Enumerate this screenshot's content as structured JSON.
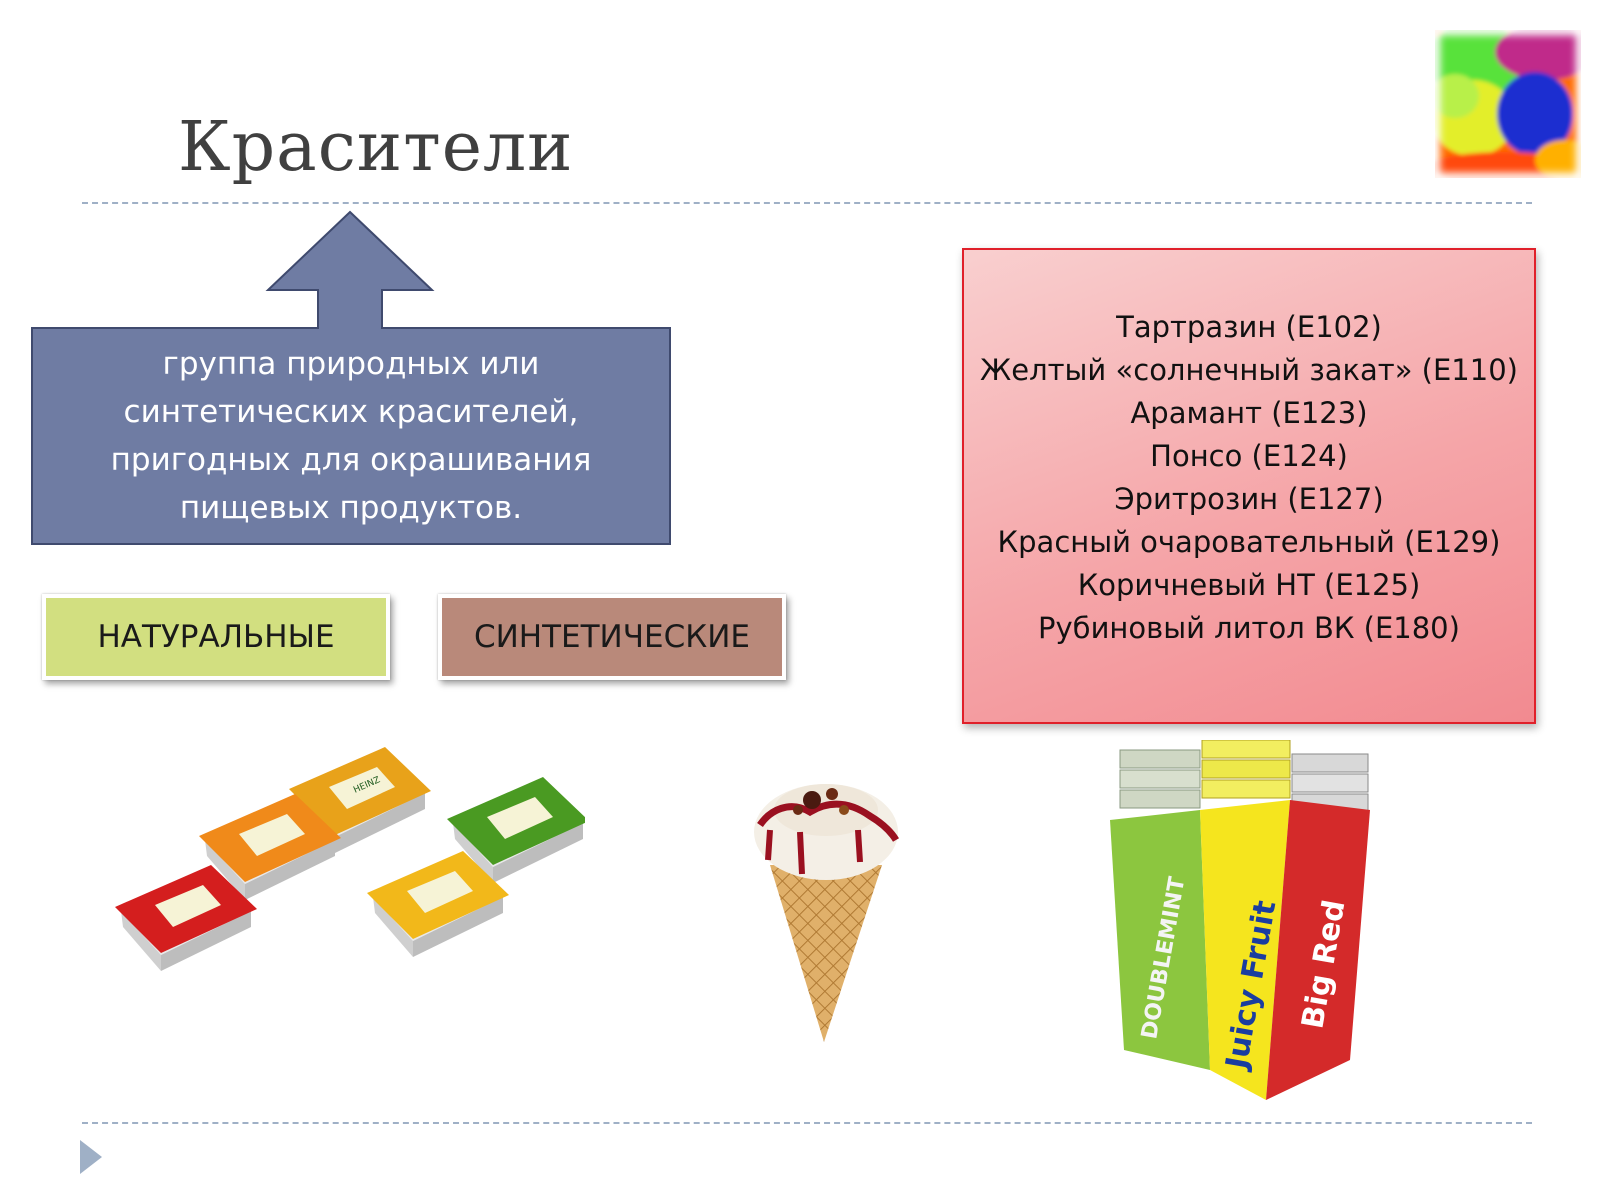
{
  "slide": {
    "title": "Красители",
    "definition": "группа природных или синтетических красителей, пригодных для окрашивания пищевых продуктов.",
    "categories": {
      "natural": "НАТУРАЛЬНЫЕ",
      "synthetic": "СИНТЕТИЧЕСКИЕ"
    },
    "dyes": [
      "Тартразин (Е102)",
      "Желтый «солнечный закат» (Е110)",
      "Арамант (Е123)",
      "Понсо (Е124)",
      "Эритрозин (Е127)",
      "Красный очаровательный (Е129)",
      "Коричневый НТ (Е125)",
      "Рубиновый литол ВК (Е180)"
    ],
    "product_labels": {
      "sauce_brand": "HEINZ",
      "gum_1": "DOUBLEMINT",
      "gum_2": "Juicy Fruit",
      "gum_3": "Big Red"
    }
  },
  "colors": {
    "arrow_box": "#6f7ca3",
    "natural_tag": "#d2df80",
    "synthetic_tag": "#b9897a",
    "dyes_box": "#f5a5a8",
    "dyes_border": "#e0202a",
    "rule": "#9fb0c6",
    "nav_arrow": "#9fb0c6"
  },
  "icons": {
    "nav": "play-triangle-icon"
  }
}
